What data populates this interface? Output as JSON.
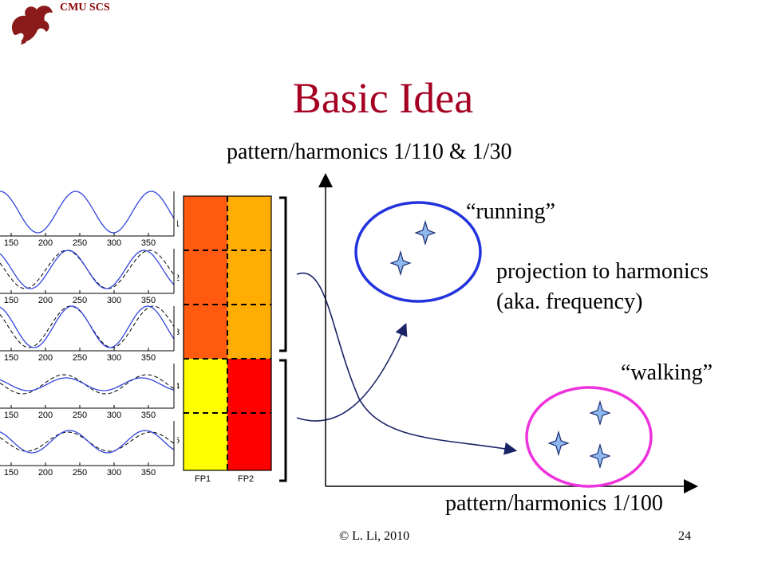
{
  "header": {
    "org": "CMU SCS"
  },
  "title": "Basic Idea",
  "axes": {
    "y_label": "pattern/harmonics  1/110 & 1/30",
    "x_label": "pattern/harmonics  1/100"
  },
  "clusters": {
    "running": "“running”",
    "walking": "“walking”"
  },
  "annotation": {
    "line1": "projection to harmonics",
    "line2": "(aka. frequency)"
  },
  "waveforms": {
    "tick_labels": [
      "150",
      "200",
      "250",
      "300",
      "350"
    ],
    "panel_count": 5,
    "line_color": "#3344dd"
  },
  "heatmap": {
    "rows": [
      "1",
      "2",
      "3",
      "4",
      "5"
    ],
    "columns": [
      "FP1",
      "FP2"
    ],
    "groups": [
      {
        "rows": "1-3",
        "colors": [
          "#ff5a10",
          "#ffad00"
        ]
      },
      {
        "rows": "4-5",
        "colors": [
          "#ffff00",
          "#ff0000"
        ]
      }
    ]
  },
  "colors": {
    "running_circle": "#2233dd",
    "walking_circle": "#ee33dd",
    "title": "#a50021",
    "star_fill": "#8fb8ee",
    "arrow": "#1a2366"
  },
  "footer": {
    "credit": "© L. Li, 2010",
    "page": "24"
  }
}
